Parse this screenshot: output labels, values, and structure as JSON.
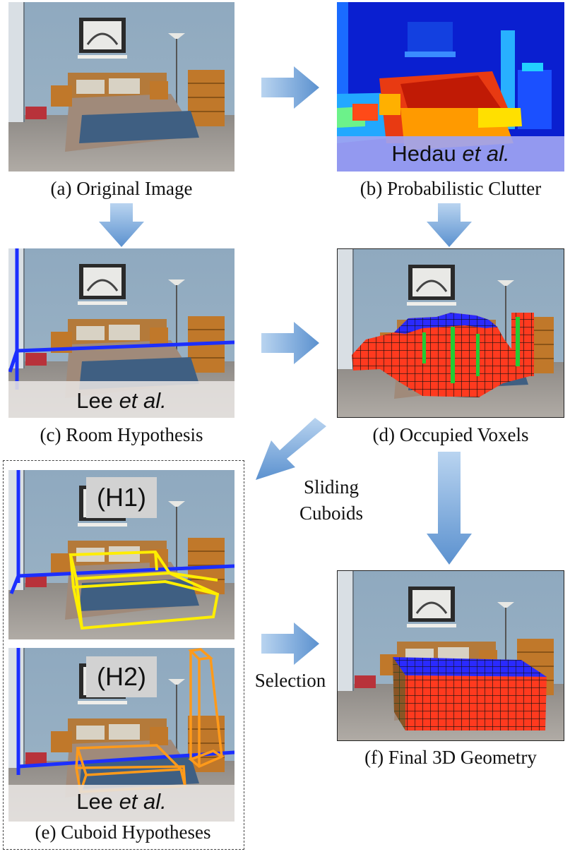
{
  "captions": {
    "a": "(a) Original Image",
    "b": "(b) Probabilistic Clutter",
    "c": "(c) Room Hypothesis",
    "d": "(d) Occupied Voxels",
    "e": "(e) Cuboid Hypotheses",
    "f": "(f) Final 3D Geometry"
  },
  "overlays": {
    "b_author": "Hedau",
    "b_etal": "et al.",
    "c_author": "Lee",
    "c_etal": "et al.",
    "e_author": "Lee",
    "e_etal": "et al."
  },
  "hypotheses": {
    "h1": "(H1)",
    "h2": "(H2)"
  },
  "steps": {
    "sliding_line1": "Sliding",
    "sliding_line2": "Cuboids",
    "selection": "Selection"
  },
  "colors": {
    "arrow_blue": "#5b9bd5",
    "room_line": "#1c2fff",
    "cuboid_h1": "#ffee00",
    "cuboid_h2": "#ff9a1a",
    "voxel_face": "#ff3a1f",
    "voxel_top": "#2a2aff",
    "voxel_side": "#22cc33"
  }
}
